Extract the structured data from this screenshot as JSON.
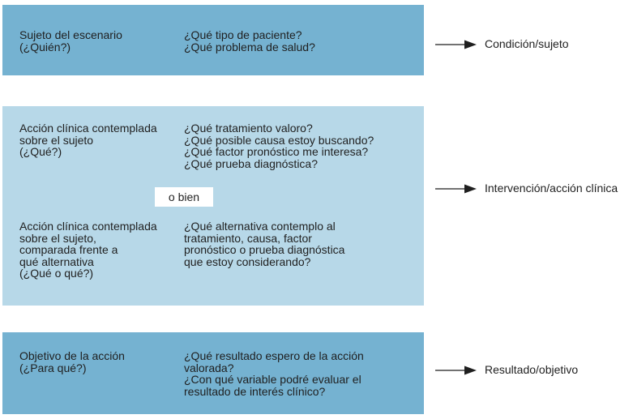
{
  "colors": {
    "box_dark": "#75b2d1",
    "box_light": "#b7d8e8",
    "text": "#1f1f1f",
    "arrow": "#1f1f1f"
  },
  "box1": {
    "left_text": "Sujeto del escenario\n(¿Quién?)",
    "right_text": "¿Qué tipo de paciente?\n¿Qué problema de salud?"
  },
  "box2": {
    "top_left_text": "Acción clínica contemplada\nsobre el sujeto\n(¿Qué?)",
    "top_right_text": "¿Qué tratamiento valoro?\n¿Qué posible causa estoy buscando?\n¿Qué factor pronóstico me interesa?\n¿Qué prueba diagnóstica?",
    "separator": "o bien",
    "bottom_left_text": "Acción clínica contemplada\nsobre el sujeto,\ncomparada frente a\nqué alternativa\n(¿Qué o qué?)",
    "bottom_right_text": "¿Qué alternativa contemplo al\ntratamiento, causa, factor\npronóstico o prueba diagnóstica\nque estoy considerando?"
  },
  "box3": {
    "left_text": "Objetivo de la acción\n(¿Para qué?)",
    "right_text": "¿Qué resultado espero de la acción\nvalorada?\n¿Con qué variable podré evaluar el\nresultado de interés clínico?"
  },
  "labels": {
    "condition": "Condición/sujeto",
    "intervention": "Intervención/acción clínica",
    "outcome": "Resultado/objetivo"
  }
}
